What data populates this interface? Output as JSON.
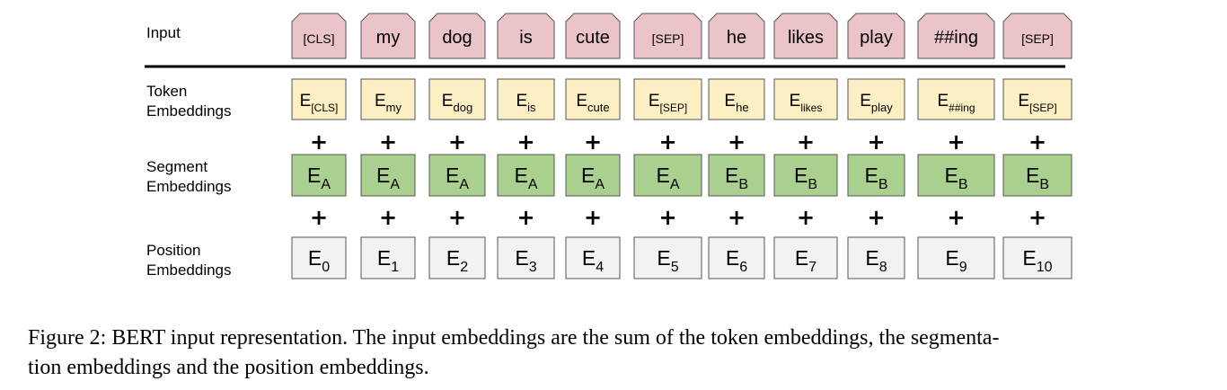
{
  "labels": {
    "input": "Input",
    "token": [
      "Token",
      "Embeddings"
    ],
    "segment": [
      "Segment",
      "Embeddings"
    ],
    "position": [
      "Position",
      "Embeddings"
    ]
  },
  "operator": "+",
  "colors": {
    "input_fill": "#eac4c8",
    "token_fill": "#fdefc4",
    "segment_fill": "#a9d08e",
    "position_fill": "#f2f2f2",
    "border": "#555555",
    "divider": "#000000"
  },
  "columns": [
    {
      "input": "[CLS]",
      "token_base": "E",
      "token_sub": "[CLS]",
      "segment_base": "E",
      "segment_sub": "A",
      "position_base": "E",
      "position_sub": "0"
    },
    {
      "input": "my",
      "token_base": "E",
      "token_sub": "my",
      "segment_base": "E",
      "segment_sub": "A",
      "position_base": "E",
      "position_sub": "1"
    },
    {
      "input": "dog",
      "token_base": "E",
      "token_sub": "dog",
      "segment_base": "E",
      "segment_sub": "A",
      "position_base": "E",
      "position_sub": "2"
    },
    {
      "input": "is",
      "token_base": "E",
      "token_sub": "is",
      "segment_base": "E",
      "segment_sub": "A",
      "position_base": "E",
      "position_sub": "3"
    },
    {
      "input": "cute",
      "token_base": "E",
      "token_sub": "cute",
      "segment_base": "E",
      "segment_sub": "A",
      "position_base": "E",
      "position_sub": "4"
    },
    {
      "input": "[SEP]",
      "token_base": "E",
      "token_sub": "[SEP]",
      "segment_base": "E",
      "segment_sub": "A",
      "position_base": "E",
      "position_sub": "5"
    },
    {
      "input": "he",
      "token_base": "E",
      "token_sub": "he",
      "segment_base": "E",
      "segment_sub": "B",
      "position_base": "E",
      "position_sub": "6"
    },
    {
      "input": "likes",
      "token_base": "E",
      "token_sub": "likes",
      "segment_base": "E",
      "segment_sub": "B",
      "position_base": "E",
      "position_sub": "7"
    },
    {
      "input": "play",
      "token_base": "E",
      "token_sub": "play",
      "segment_base": "E",
      "segment_sub": "B",
      "position_base": "E",
      "position_sub": "8"
    },
    {
      "input": "##ing",
      "token_base": "E",
      "token_sub": "##ing",
      "segment_base": "E",
      "segment_sub": "B",
      "position_base": "E",
      "position_sub": "9"
    },
    {
      "input": "[SEP]",
      "token_base": "E",
      "token_sub": "[SEP]",
      "segment_base": "E",
      "segment_sub": "B",
      "position_base": "E",
      "position_sub": "10"
    }
  ],
  "caption": {
    "line1": "Figure 2: BERT input representation. The input embeddings are the sum of the token embeddings, the segmenta-",
    "line2": "tion embeddings and the position embeddings."
  }
}
